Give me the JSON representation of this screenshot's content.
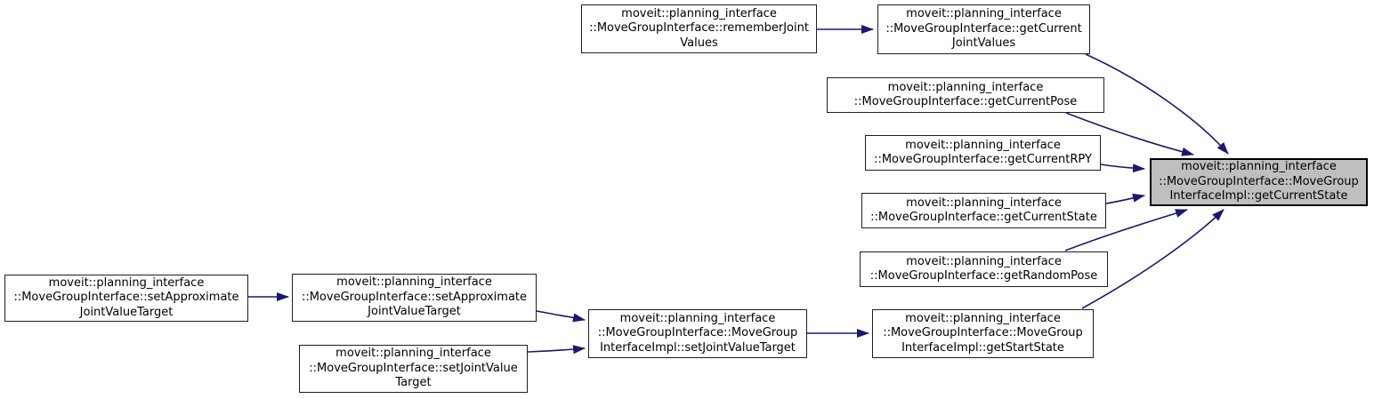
{
  "diagram": {
    "type": "call-graph",
    "description": "Doxygen caller graph for MoveGroupInterfaceImpl::getCurrentState",
    "colors": {
      "edge": "#191970",
      "node_border": "#1f1f1f",
      "node_fill": "#ffffff",
      "highlight_fill": "#bfbfbf",
      "text": "#000000",
      "background": "#ffffff"
    },
    "nodes": [
      {
        "id": "remember-joint-values",
        "label": "moveit::planning_interface\n::MoveGroupInterface::rememberJoint\nValues",
        "highlighted": false
      },
      {
        "id": "get-current-joint-values",
        "label": "moveit::planning_interface\n::MoveGroupInterface::getCurrent\nJointValues",
        "highlighted": false
      },
      {
        "id": "get-current-pose",
        "label": "moveit::planning_interface\n::MoveGroupInterface::getCurrentPose",
        "highlighted": false
      },
      {
        "id": "get-current-rpy",
        "label": "moveit::planning_interface\n::MoveGroupInterface::getCurrentRPY",
        "highlighted": false
      },
      {
        "id": "get-current-state",
        "label": "moveit::planning_interface\n::MoveGroupInterface::getCurrentState",
        "highlighted": false
      },
      {
        "id": "get-random-pose",
        "label": "moveit::planning_interface\n::MoveGroupInterface::getRandomPose",
        "highlighted": false
      },
      {
        "id": "impl-get-start-state",
        "label": "moveit::planning_interface\n::MoveGroupInterface::MoveGroup\nInterfaceImpl::getStartState",
        "highlighted": false
      },
      {
        "id": "impl-get-current-state",
        "label": "moveit::planning_interface\n::MoveGroupInterface::MoveGroup\nInterfaceImpl::getCurrentState",
        "highlighted": true
      },
      {
        "id": "set-approximate-jvt-caller",
        "label": "moveit::planning_interface\n::MoveGroupInterface::setApproximate\nJointValueTarget",
        "highlighted": false
      },
      {
        "id": "set-approximate-jvt",
        "label": "moveit::planning_interface\n::MoveGroupInterface::setApproximate\nJointValueTarget",
        "highlighted": false
      },
      {
        "id": "set-joint-value-target",
        "label": "moveit::planning_interface\n::MoveGroupInterface::setJointValue\nTarget",
        "highlighted": false
      },
      {
        "id": "impl-set-joint-value-target",
        "label": "moveit::planning_interface\n::MoveGroupInterface::MoveGroup\nInterfaceImpl::setJointValueTarget",
        "highlighted": false
      }
    ],
    "edges": [
      {
        "from": "remember-joint-values",
        "to": "get-current-joint-values"
      },
      {
        "from": "get-current-joint-values",
        "to": "impl-get-current-state"
      },
      {
        "from": "get-current-pose",
        "to": "impl-get-current-state"
      },
      {
        "from": "get-current-rpy",
        "to": "impl-get-current-state"
      },
      {
        "from": "get-current-state",
        "to": "impl-get-current-state"
      },
      {
        "from": "get-random-pose",
        "to": "impl-get-current-state"
      },
      {
        "from": "impl-get-start-state",
        "to": "impl-get-current-state"
      },
      {
        "from": "set-approximate-jvt-caller",
        "to": "set-approximate-jvt"
      },
      {
        "from": "set-approximate-jvt",
        "to": "impl-set-joint-value-target"
      },
      {
        "from": "set-joint-value-target",
        "to": "impl-set-joint-value-target"
      },
      {
        "from": "impl-set-joint-value-target",
        "to": "impl-get-start-state"
      }
    ]
  }
}
